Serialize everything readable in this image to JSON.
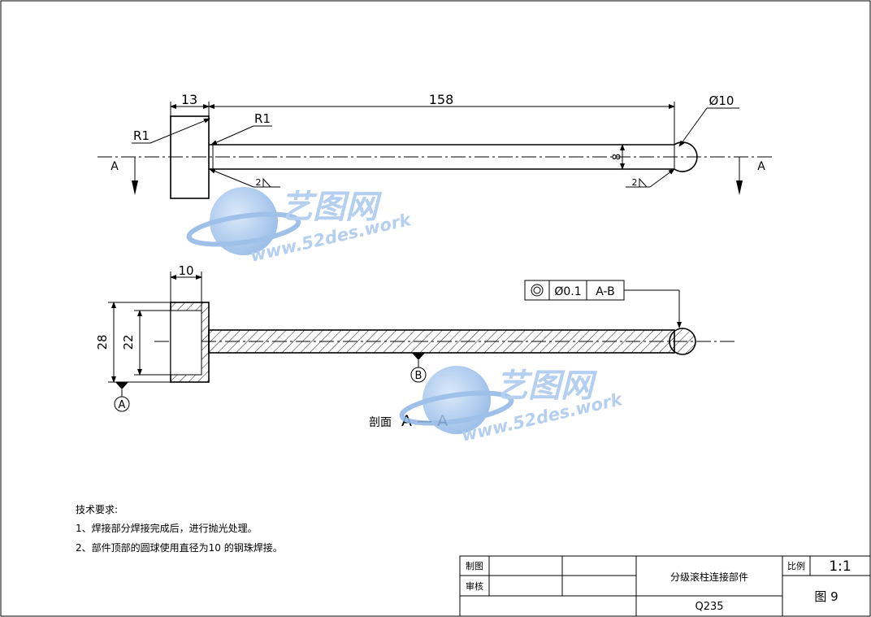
{
  "top_view": {
    "dim_head_width": "13",
    "dim_rod_length": "158",
    "dim_ball_dia": "Ø10",
    "radius_left": "R1",
    "radius_right": "R1",
    "dim_rod_dia": "8",
    "weld_left": "2",
    "weld_right": "2",
    "section_left": "A",
    "section_right": "A"
  },
  "section_view": {
    "dim_head_width": "10",
    "dim_outer": "28",
    "dim_inner": "22",
    "datum_a": "A",
    "datum_b": "B",
    "tolerance_value": "Ø0.1",
    "tolerance_ref": "A-B",
    "section_label": "剖面",
    "section_name": "A — A"
  },
  "tech_requirements": {
    "heading": "技术要求:",
    "item1": "1、焊接部分焊接完成后，进行抛光处理。",
    "item2": "2、部件顶部的圆球使用直径为10 的钢珠焊接。"
  },
  "title_block": {
    "drawn_label": "制图",
    "checked_label": "审核",
    "part_name": "分级滚柱连接部件",
    "material": "Q235",
    "scale_label": "比例",
    "scale_value": "1:1",
    "drawing_no": "图 9"
  },
  "watermark": {
    "brand": "艺图网",
    "url": "www.52des.work"
  },
  "colors": {
    "line": "#000000",
    "watermark": "#a9c7ee"
  }
}
